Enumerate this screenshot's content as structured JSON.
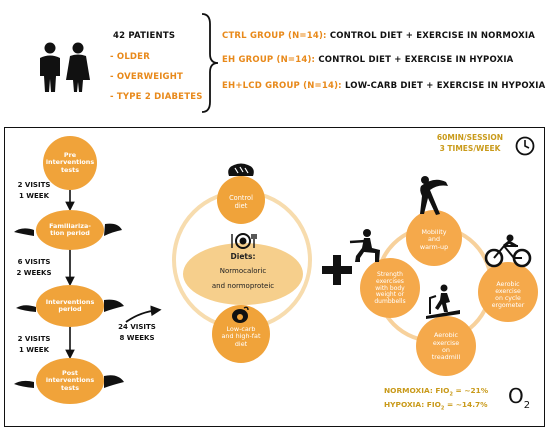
{
  "header": {
    "patients": "42 PATIENTS",
    "risk_factors": [
      "- OLDER",
      "- OVERWEIGHT",
      "- TYPE 2 DIABETES"
    ],
    "groups": [
      {
        "name": "CTRL GROUP (N=14):",
        "desc": "CONTROL DIET + EXERCISE IN NORMOXIA"
      },
      {
        "name": "EH GROUP (N=14):",
        "desc": "CONTROL DIET + EXERCISE IN HYPOXIA"
      },
      {
        "name": "EH+LCD GROUP (N=14):",
        "desc": "LOW-CARB DIET + EXERCISE IN HYPOXIA"
      }
    ]
  },
  "timeline": {
    "steps": [
      {
        "label_line1": "Pre",
        "label_line2": "interventions",
        "label_line3": "tests"
      },
      {
        "label_line1": "Familiariza-",
        "label_line2": "tion period"
      },
      {
        "label_line1": "Interventions",
        "label_line2": "period"
      },
      {
        "label_line1": "Post",
        "label_line2": "interventions",
        "label_line3": "tests"
      }
    ],
    "intervals": [
      {
        "visits": "2 VISITS",
        "duration": "1 WEEK"
      },
      {
        "visits": "6 VISITS",
        "duration": "2 WEEKS"
      },
      {
        "visits": "2 VISITS",
        "duration": "1 WEEK"
      }
    ],
    "interventions_total": {
      "visits": "24 VISITS",
      "duration": "8 WEEKS"
    }
  },
  "diet": {
    "control_line1": "Control",
    "control_line2": "diet",
    "center_title": "Diets:",
    "center_line1": "Normocaloric",
    "center_line2": "and normoproteic",
    "lowcarb_line1": "Low-carb",
    "lowcarb_line2": "and high-fat",
    "lowcarb_line3": "diet"
  },
  "exercise": {
    "session_line1": "60MIN/SESSION",
    "session_line2": "3 TIMES/WEEK",
    "mobility": [
      "Mobility",
      "and",
      "warm-up"
    ],
    "strength": [
      "Strength",
      "exercises",
      "with body",
      "weight or",
      "dumbbells"
    ],
    "cycle": [
      "Aerobic",
      "exercise",
      "on cycle",
      "ergometer"
    ],
    "treadmill": [
      "Aerobic",
      "exercise",
      "on",
      "treadmill"
    ]
  },
  "oxygen": {
    "normoxia_label": "NORMOXIA: FIO",
    "normoxia_sub": "2",
    "normoxia_value": "= ~21%",
    "hypoxia_label": "HYPOXIA: FIO",
    "hypoxia_sub": "2",
    "hypoxia_value": "= ~14.7%",
    "symbol": "O",
    "symbol_sub": "2"
  },
  "colors": {
    "orange": "#e8891a",
    "timeline_circle": "#f0a33a",
    "diet_circle": "#f4c37a",
    "exercise_circle": "#f5a94b",
    "gold_text": "#c99a1a"
  }
}
